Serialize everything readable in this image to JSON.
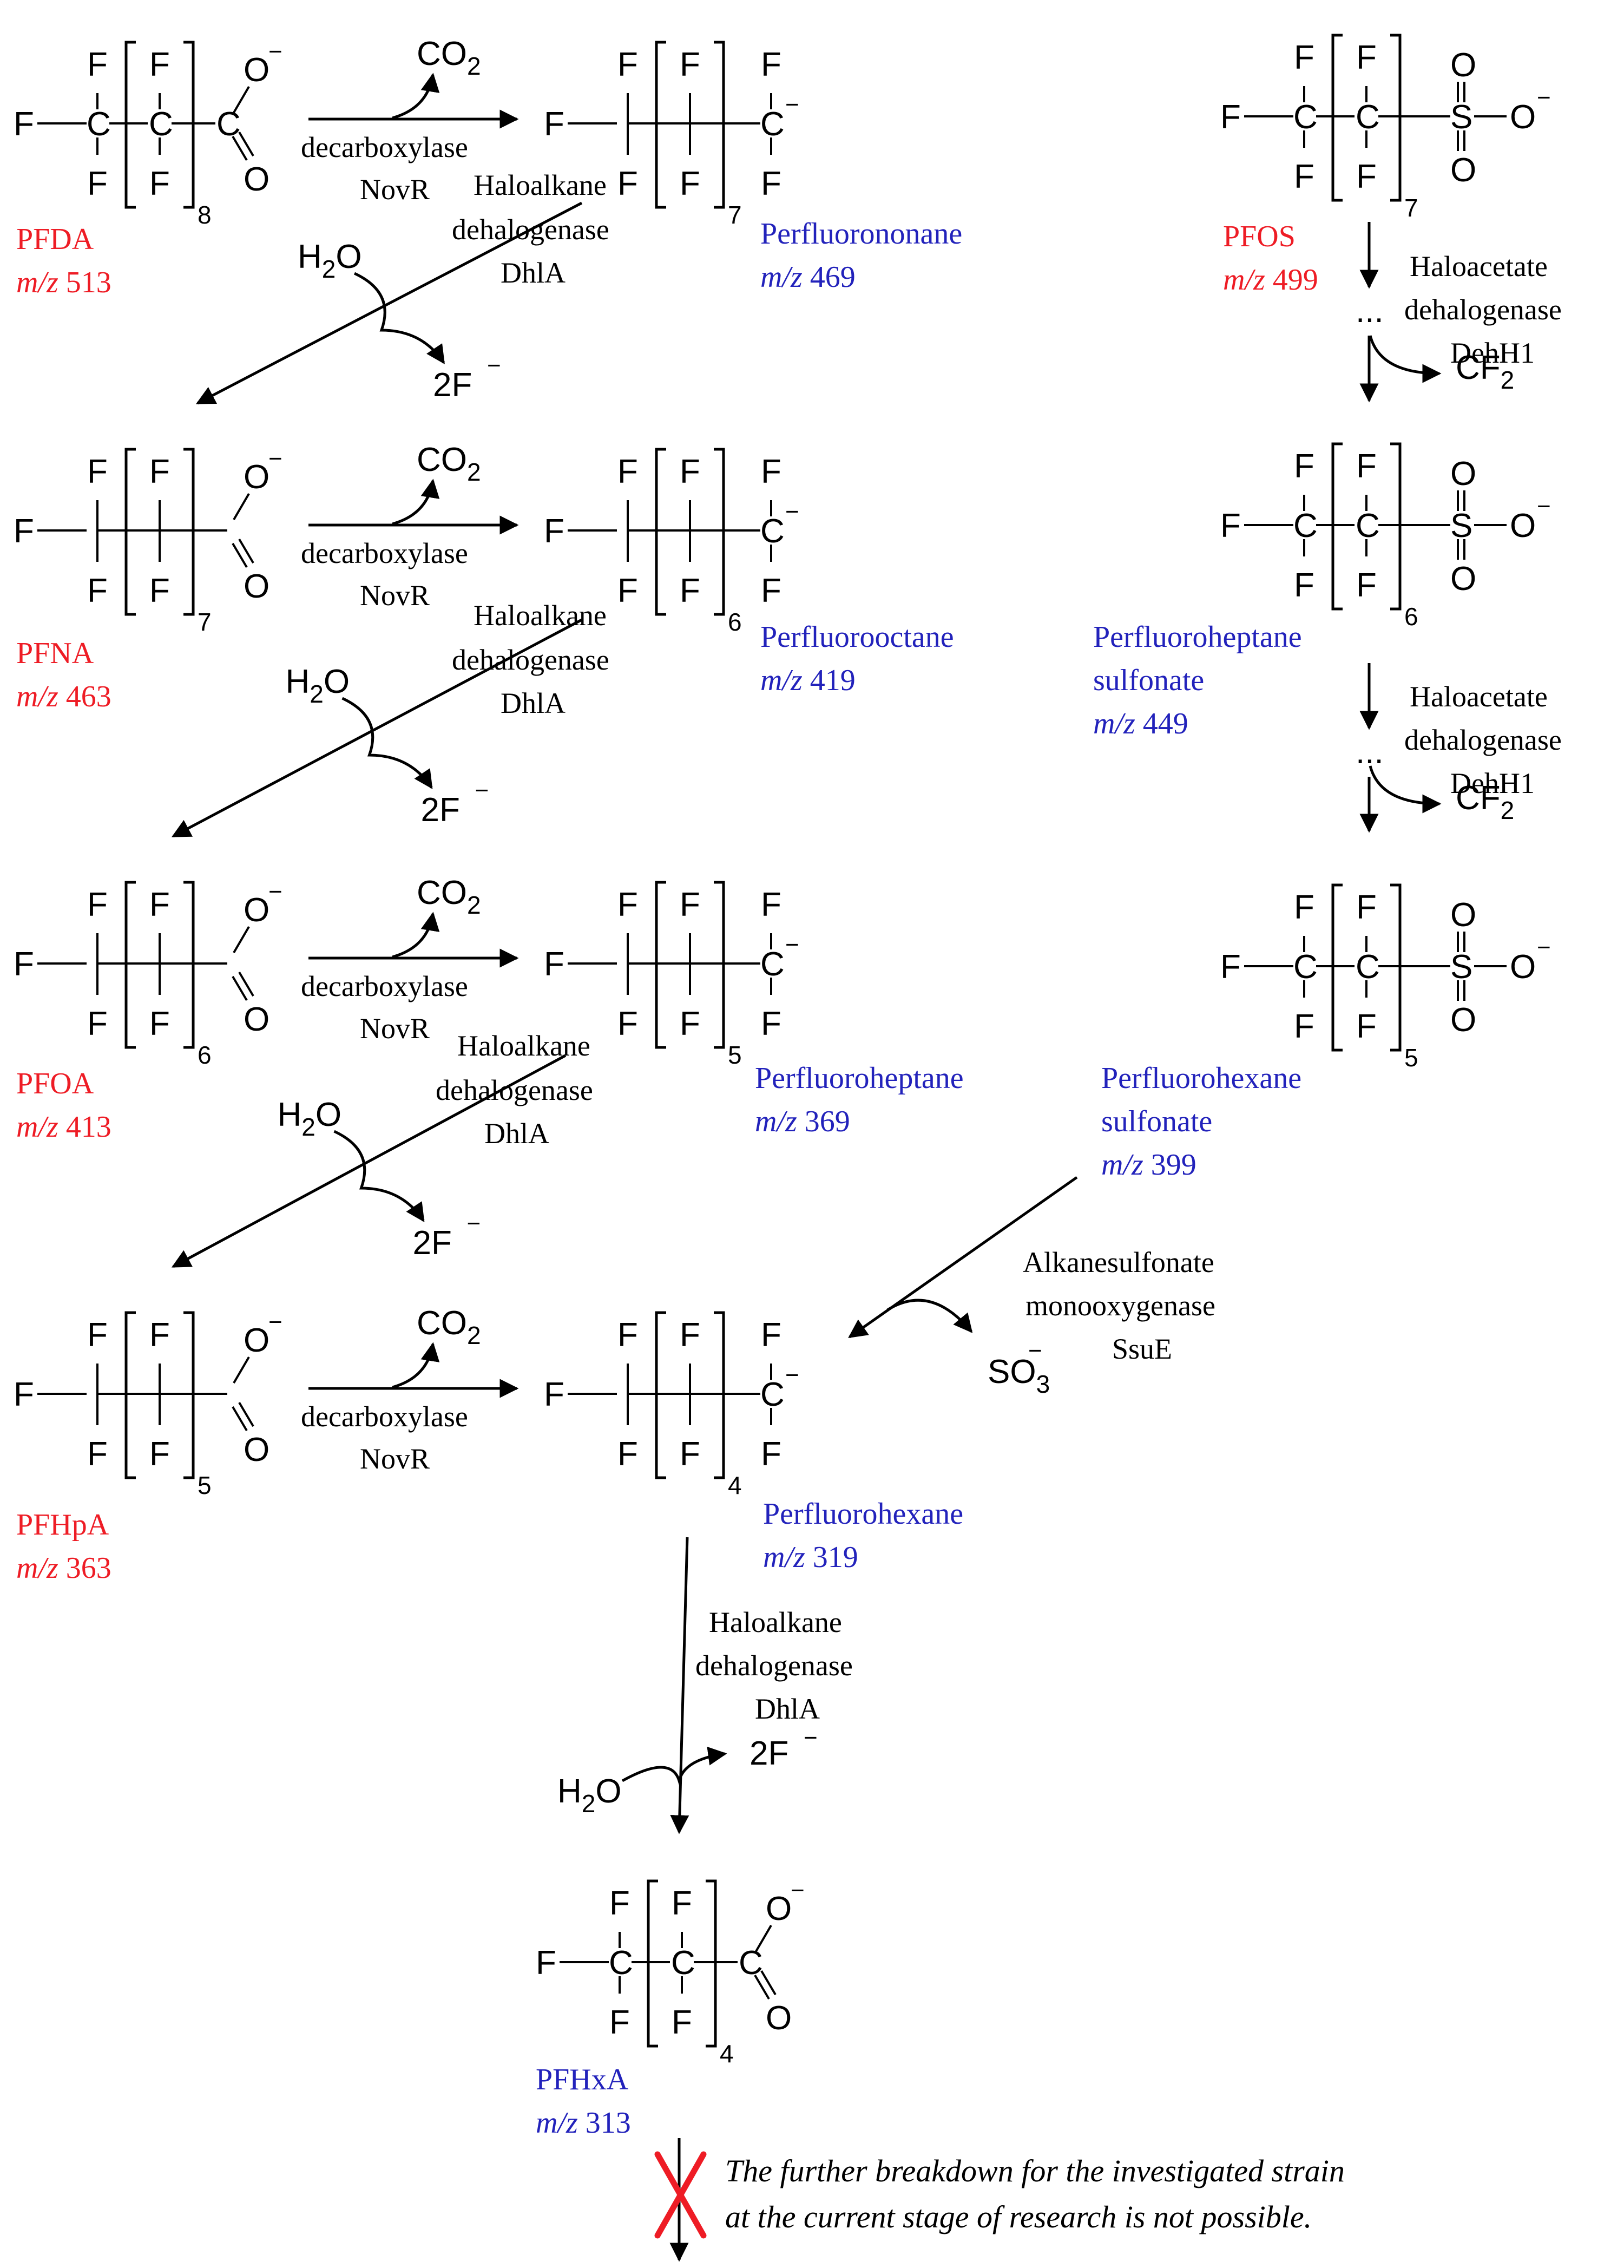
{
  "colors": {
    "red": "#ee1c25",
    "blue": "#2222bb",
    "black": "#000000"
  },
  "compounds": {
    "pfda": {
      "name": "PFDA",
      "mz": "513",
      "n": "8"
    },
    "pfna": {
      "name": "PFNA",
      "mz": "463",
      "n": "7"
    },
    "pfoa": {
      "name": "PFOA",
      "mz": "413",
      "n": "6"
    },
    "pfhpa": {
      "name": "PFHpA",
      "mz": "363",
      "n": "5"
    },
    "pfhxa": {
      "name": "PFHxA",
      "mz": "313",
      "n": "4"
    },
    "perfluorononane": {
      "name": "Perfluorononane",
      "mz": "469",
      "n": "7"
    },
    "perfluorooctane": {
      "name": "Perfluorooctane",
      "mz": "419",
      "n": "6"
    },
    "perfluoroheptane": {
      "name": "Perfluoroheptane",
      "mz": "369",
      "n": "5"
    },
    "perfluorohexane": {
      "name": "Perfluorohexane",
      "mz": "319",
      "n": "4"
    },
    "pfos": {
      "name": "PFOS",
      "mz": "499",
      "n": "7"
    },
    "pfhps": {
      "name1": "Perfluoroheptane",
      "name2": "sulfonate",
      "mz": "449",
      "n": "6"
    },
    "pfhxs": {
      "name1": "Perfluorohexane",
      "name2": "sulfonate",
      "mz": "399",
      "n": "5"
    }
  },
  "labels": {
    "mz_prefix": "m/z",
    "decarboxylase": "decarboxylase",
    "novr": "NovR",
    "co2": "CO",
    "co2_sub": "2",
    "haloalkane": "Haloalkane",
    "dehalogenase": "dehalogenase",
    "dhla": "DhlA",
    "haloacetate": "Haloacetate",
    "dehh1": "DehH1",
    "alkanesulfonate": "Alkanesulfonate",
    "monooxygenase": "monooxygenase",
    "ssue": "SsuE",
    "water": "H",
    "water_sub": "2",
    "water_o": "O",
    "fluoride": "2F",
    "cf2": "CF",
    "cf2_sub": "2",
    "so3": "SO",
    "so3_sub": "3",
    "ellipsis": "...",
    "note_line1": "The further breakdown for the investigated strain",
    "note_line2": "at the current stage of research is not possible."
  },
  "atoms": {
    "F": "F",
    "C": "C",
    "O": "O",
    "S": "S",
    "minus": "−"
  }
}
